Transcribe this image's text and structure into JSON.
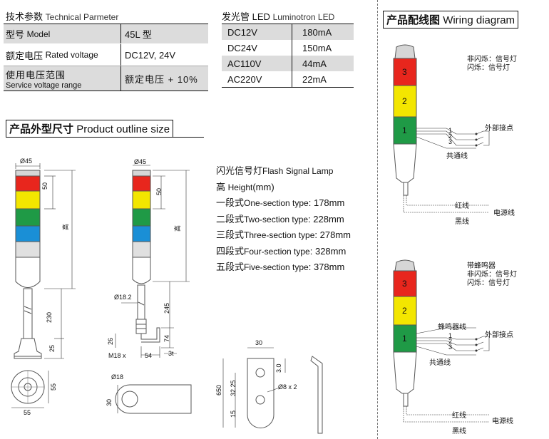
{
  "tech": {
    "title_cn": "技术参数",
    "title_en": "Technical Parmeter",
    "rows": [
      {
        "cn": "型号",
        "en": "Model",
        "value": "45L 型"
      },
      {
        "cn": "额定电压",
        "en": "Rated voltage",
        "value": "DC12V, 24V"
      },
      {
        "cn": "使用电压范围",
        "en": "Service voltage range",
        "value": "额定电压 + 10%"
      }
    ]
  },
  "led": {
    "title_cn": "发光管",
    "title_led": "LED",
    "title_en": "Luminotron LED",
    "rows": [
      {
        "voltage": "DC12V",
        "current": "180mA"
      },
      {
        "voltage": "DC24V",
        "current": "150mA"
      },
      {
        "voltage": "AC110V",
        "current": "44mA"
      },
      {
        "voltage": "AC220V",
        "current": "22mA"
      }
    ]
  },
  "outline": {
    "title_cn": "产品外型尺寸",
    "title_en": "Product outline size",
    "dims": {
      "d45_left": "Ø45",
      "h50_left": "50",
      "high_left": "高",
      "h230": "230",
      "h25": "25",
      "d45_right": "Ø45",
      "h50_right": "50",
      "high_right": "高",
      "d182": "Ø18.2",
      "h245": "245",
      "h26": "26",
      "h74": "74",
      "m18": "M18 x",
      "w54": "54",
      "t3": "3t",
      "w55": "55",
      "h55": "55",
      "d18": "Ø18",
      "h30": "30",
      "w30": "30",
      "h30b": "3.0",
      "h650": "650",
      "h3225": "32.25",
      "h15": "15",
      "d8x2": "Ø8 x 2"
    }
  },
  "heights": {
    "title_cn": "闪光信号灯",
    "title_en": "Flash Signal Lamp",
    "subtitle_cn": "高",
    "subtitle_en": "Height",
    "unit": "(mm)",
    "items": [
      {
        "cn": "一段式",
        "en": "One-section type",
        "value": "178mm"
      },
      {
        "cn": "二段式",
        "en": "Two-section type",
        "value": "228mm"
      },
      {
        "cn": "三段式",
        "en": "Three-section type",
        "value": "278mm"
      },
      {
        "cn": "四段式",
        "en": "Four-section type",
        "value": "328mm"
      },
      {
        "cn": "五段式",
        "en": "Five-section type",
        "value": "378mm"
      }
    ]
  },
  "wiring": {
    "title_cn": "产品配线图",
    "title_en": "Wiring diagram",
    "top": {
      "note1": "非闪烁：信号灯",
      "note2": "闪烁：信号灯",
      "sections": [
        "3",
        "2",
        "1"
      ],
      "wires": [
        "1",
        "2",
        "3"
      ],
      "ext": "外部接点",
      "common": "共通线",
      "red": "红线",
      "power": "电源线",
      "black": "黑线"
    },
    "bottom": {
      "note0": "带蜂鸣器",
      "note1": "非闪烁：信号灯",
      "note2": "闪烁：信号灯",
      "sections": [
        "3",
        "2",
        "1"
      ],
      "buzzer": "蜂鸣器线",
      "wires": [
        "1",
        "2",
        "3"
      ],
      "ext": "外部接点",
      "common": "共通线",
      "red": "红线",
      "power": "电源线",
      "black": "黑线"
    }
  },
  "colors": {
    "red": "#e8261d",
    "yellow": "#f3e600",
    "green": "#1f9a46",
    "blue": "#1a8fd6",
    "gray": "#d0d0d0"
  }
}
